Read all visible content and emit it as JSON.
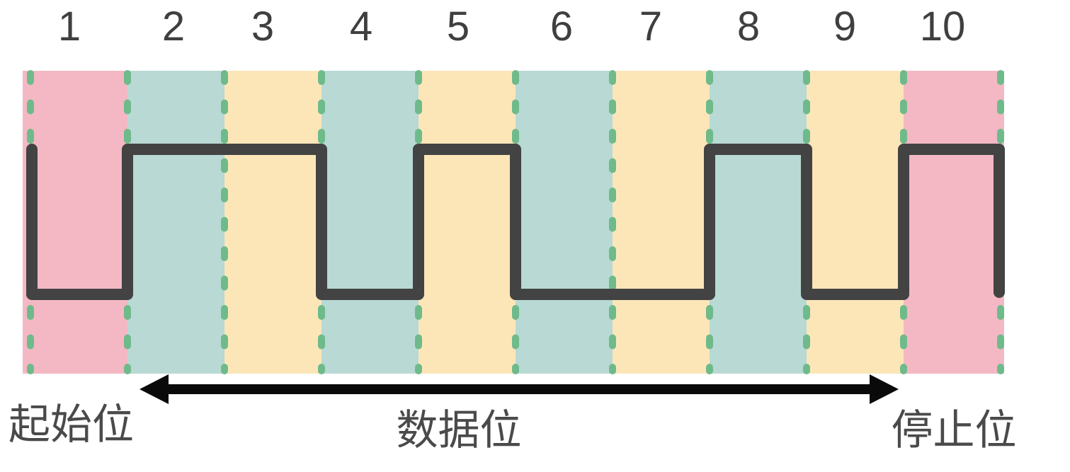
{
  "bits": [
    {
      "number": "1",
      "band_color": "pink",
      "level": "low"
    },
    {
      "number": "2",
      "band_color": "teal",
      "level": "high"
    },
    {
      "number": "3",
      "band_color": "yellow",
      "level": "high"
    },
    {
      "number": "4",
      "band_color": "teal",
      "level": "low"
    },
    {
      "number": "5",
      "band_color": "yellow",
      "level": "high"
    },
    {
      "number": "6",
      "band_color": "teal",
      "level": "low"
    },
    {
      "number": "7",
      "band_color": "yellow",
      "level": "low"
    },
    {
      "number": "8",
      "band_color": "teal",
      "level": "high"
    },
    {
      "number": "9",
      "band_color": "yellow",
      "level": "low"
    },
    {
      "number": "10",
      "band_color": "pink",
      "level": "high"
    }
  ],
  "labels": {
    "start_bit": "起始位",
    "data_bits": "数据位",
    "stop_bit": "停止位"
  },
  "icons": {
    "data_span_arrow": "double-headed-horizontal-arrow",
    "bit_boundary": "green-dashed-vertical-line"
  },
  "colors": {
    "band_pink": "#f3b8c4",
    "band_teal": "#b8d9d4",
    "band_yellow": "#fce6b8",
    "dash_green": "#6fba8b",
    "wave_dark": "#434343",
    "arrow_black": "#0a0a0a",
    "label_text": "#4a4a4a",
    "number_text": "#3f3f3f",
    "background": "#ffffff"
  }
}
